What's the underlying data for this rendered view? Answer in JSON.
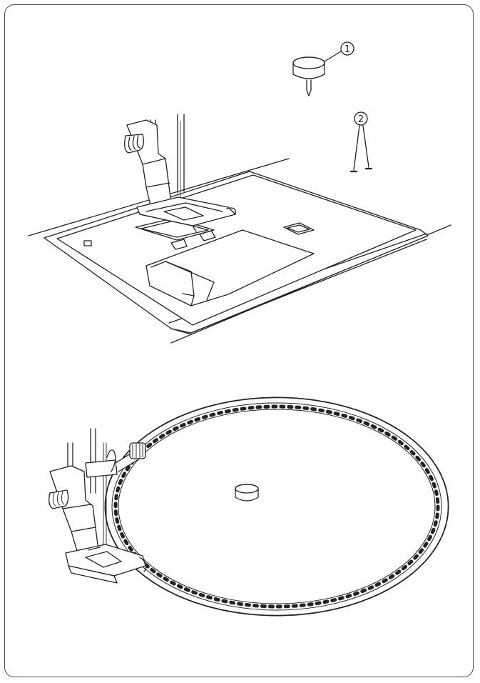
{
  "figure_top": {
    "callouts": [
      {
        "label": "1",
        "icon": "circled-number"
      },
      {
        "label": "2",
        "icon": "circled-number"
      }
    ],
    "parts": [
      "spool-pin-icon",
      "pin-icon",
      "presser-foot-icon",
      "needle-plate-icon"
    ]
  },
  "figure_bottom": {
    "parts": [
      "presser-foot-icon",
      "spool-pin-icon",
      "circular-scallop-stitch-icon"
    ]
  },
  "colors": {
    "line": "#222222",
    "frame": "#4a4a4a",
    "fill": "#ffffff",
    "shade": "#d8d8d8"
  }
}
